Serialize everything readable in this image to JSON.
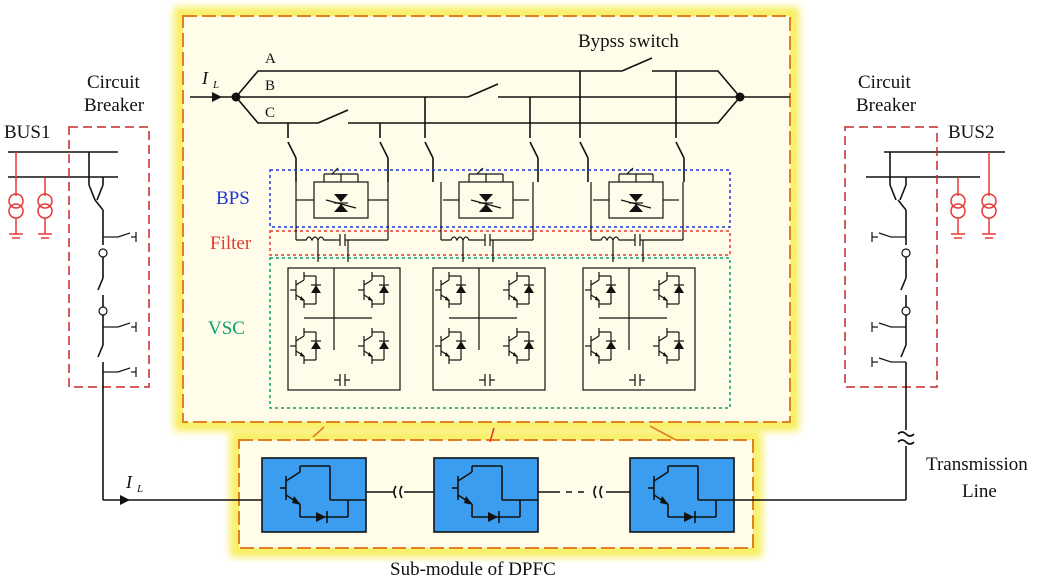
{
  "labels": {
    "bus1": "BUS1",
    "bus2": "BUS2",
    "cb_left_line1": "Circuit",
    "cb_left_line2": "Breaker",
    "cb_right_line1": "Circuit",
    "cb_right_line2": "Breaker",
    "bypass_switch": "Bypss switch",
    "phase_a": "A",
    "phase_b": "B",
    "phase_c": "C",
    "current_symbol": "I",
    "current_subscript": "L",
    "bps": "BPS",
    "filter": "Filter",
    "vsc": "VSC",
    "transmission_line1": "Transmission",
    "transmission_line2": "Line",
    "submodule_caption": "Sub-module of DPFC"
  },
  "colors": {
    "highlight_fill": "#fffbd0",
    "highlight_glow": "#f8ee5a",
    "dashed_frame": "#e2811f",
    "breaker_box": "#c62828",
    "bps_box": "#1e35d6",
    "filter_box": "#e53935",
    "vsc_box": "#0e9e6e",
    "submodule_fill": "#3b9df0",
    "red_symbol": "#e53935"
  }
}
